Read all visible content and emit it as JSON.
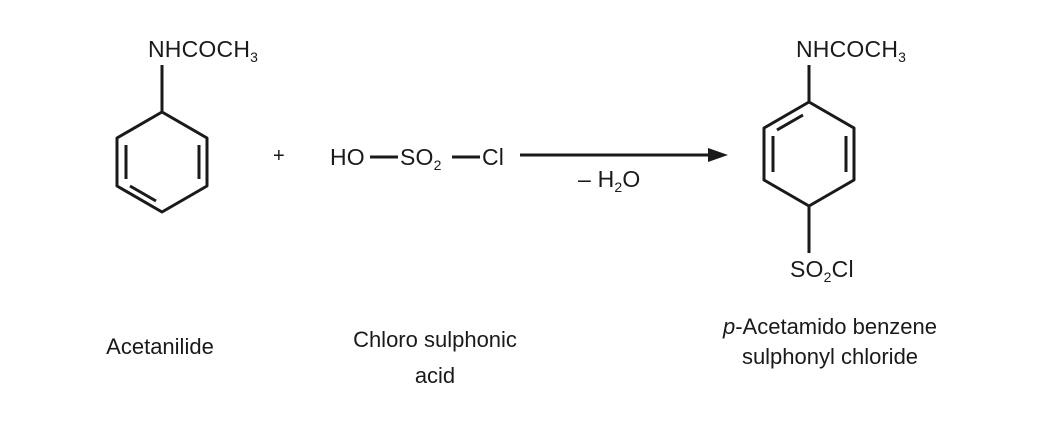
{
  "reactant1": {
    "substituent_base": "NHCOCH",
    "substituent_sub": "3",
    "name": "Acetanilide"
  },
  "plus_sign": "+",
  "reagent": {
    "part1": "HO",
    "part2_base": "SO",
    "part2_sub": "2",
    "part3": "Cl",
    "name_line1": "Chloro sulphonic",
    "name_line2": "acid"
  },
  "condition": {
    "prefix": "– H",
    "sub": "2",
    "suffix": "O"
  },
  "product": {
    "top_base": "NHCOCH",
    "top_sub": "3",
    "bottom_base": "SO",
    "bottom_sub": "2",
    "bottom_suffix": "Cl",
    "name_italic": "p",
    "name_line1_rest": "-Acetamido benzene",
    "name_line2": "sulphonyl chloride"
  },
  "colors": {
    "ink": "#1a1a1a",
    "background": "#ffffff"
  }
}
